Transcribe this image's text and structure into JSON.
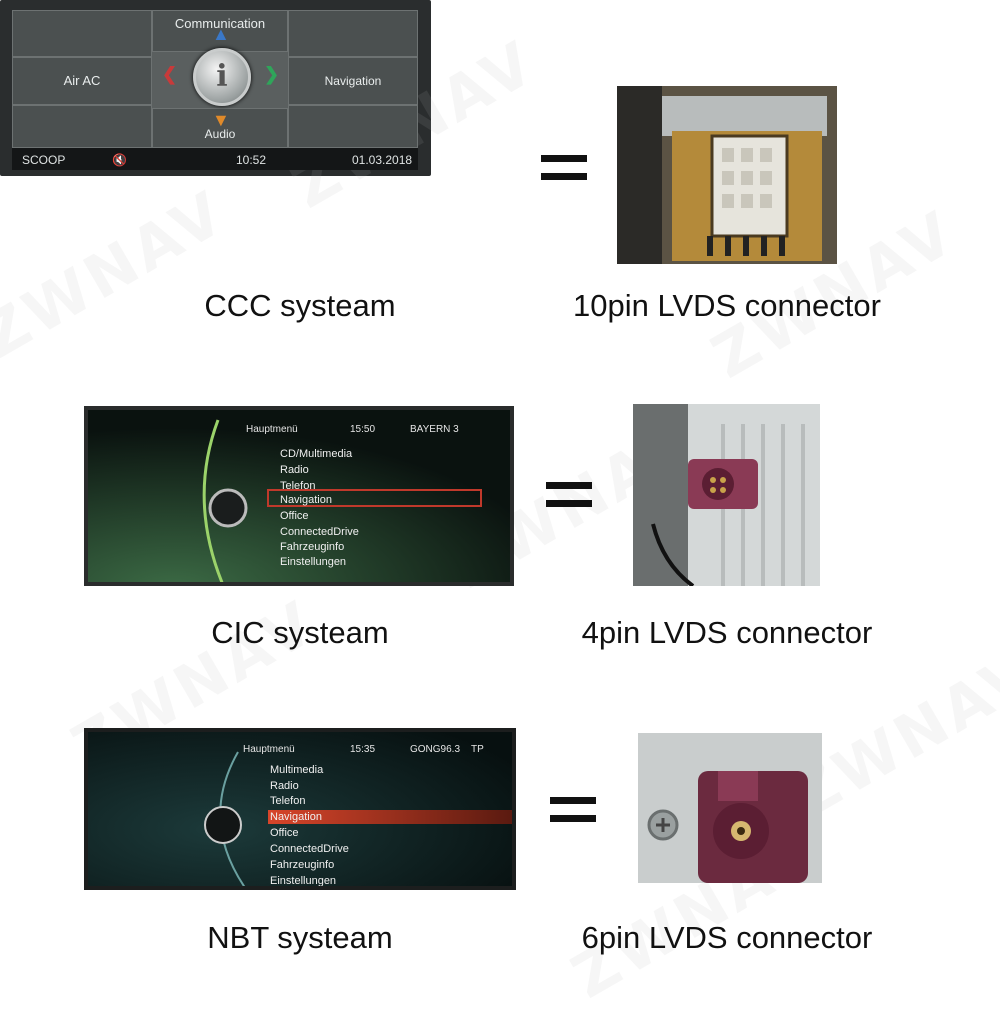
{
  "watermark": "ZWNAV",
  "rows": [
    {
      "system_label": "CCC systeam",
      "connector_label": "10pin LVDS connector",
      "screen": {
        "top_label": "Communication",
        "left_label": "Air AC",
        "right_label": "Navigation",
        "bottom_label": "Audio",
        "center_icon": "i",
        "status_left": "SCOOP",
        "status_time": "10:52",
        "status_date": "01.03.2018"
      }
    },
    {
      "system_label": "CIC systeam",
      "connector_label": "4pin LVDS connector",
      "screen": {
        "header_title": "Hauptmenü",
        "header_time": "15:50",
        "header_station": "BAYERN 3",
        "menu": [
          "CD/Multimedia",
          "Radio",
          "Telefon",
          "Navigation",
          "Office",
          "ConnectedDrive",
          "Fahrzeuginfo",
          "Einstellungen"
        ],
        "selected": "Navigation"
      }
    },
    {
      "system_label": "NBT systeam",
      "connector_label": "6pin LVDS connector",
      "screen": {
        "header_title": "Hauptmenü",
        "header_time": "15:35",
        "header_station": "GONG96.3",
        "header_tp": "TP",
        "menu": [
          "Multimedia",
          "Radio",
          "Telefon",
          "Navigation",
          "Office",
          "ConnectedDrive",
          "Fahrzeuginfo",
          "Einstellungen"
        ],
        "selected": "Navigation"
      }
    }
  ],
  "colors": {
    "text": "#111111",
    "cic_highlight": "#c0392b",
    "nbt_highlight": "#d8452a",
    "connector_pink": "#8a3a55"
  }
}
